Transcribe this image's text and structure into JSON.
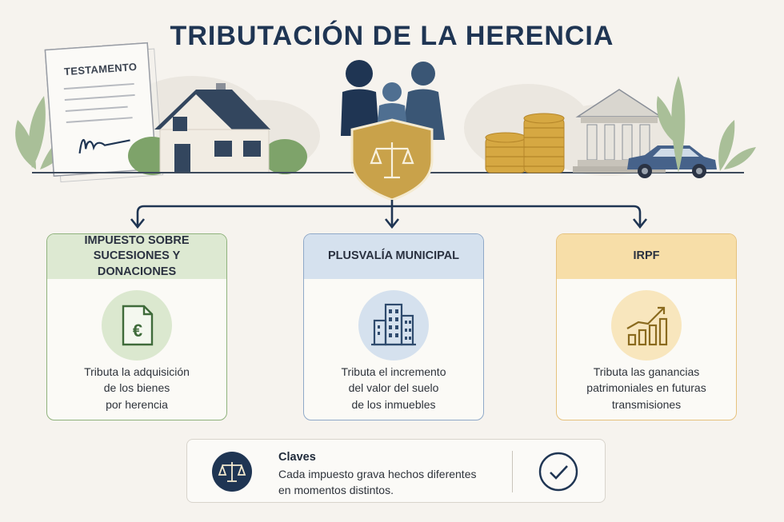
{
  "title": "TRIBUTACIÓN DE LA HERENCIA",
  "illustration": {
    "document_label": "TESTAMENTO",
    "icons": [
      "testament-document-icon",
      "house-icon",
      "family-icon",
      "justice-shield-icon",
      "coins-icon",
      "bank-icon",
      "car-icon",
      "plant-icon"
    ]
  },
  "cards": [
    {
      "id": "isd",
      "title_lines": [
        "IMPUESTO SOBRE",
        "SUCESIONES Y DONACIONES"
      ],
      "icon": "euro-document-icon",
      "text_lines": [
        "Tributa la adquisición",
        "de los bienes",
        "por herencia"
      ],
      "accent": "#8fb27c"
    },
    {
      "id": "plusvalia",
      "title_lines": [
        "PLUSVALÍA MUNICIPAL"
      ],
      "icon": "buildings-icon",
      "text_lines": [
        "Tributa el incremento",
        "del valor del suelo",
        "de los inmuebles"
      ],
      "accent": "#8fa9c8"
    },
    {
      "id": "irpf",
      "title_lines": [
        "IRPF"
      ],
      "icon": "growth-chart-icon",
      "text_lines": [
        "Tributa las ganancias",
        "patrimoniales en futuras",
        "transmisiones"
      ],
      "accent": "#e6c27e"
    }
  ],
  "keys": {
    "title": "Claves",
    "text_lines": [
      "Cada impuesto grava hechos diferentes",
      "en momentos distintos."
    ],
    "icon": "scales-icon",
    "check_icon": "check-circle-icon"
  },
  "colors": {
    "navy": "#1f3553",
    "gold": "#c9a24a",
    "background": "#f6f3ee"
  }
}
